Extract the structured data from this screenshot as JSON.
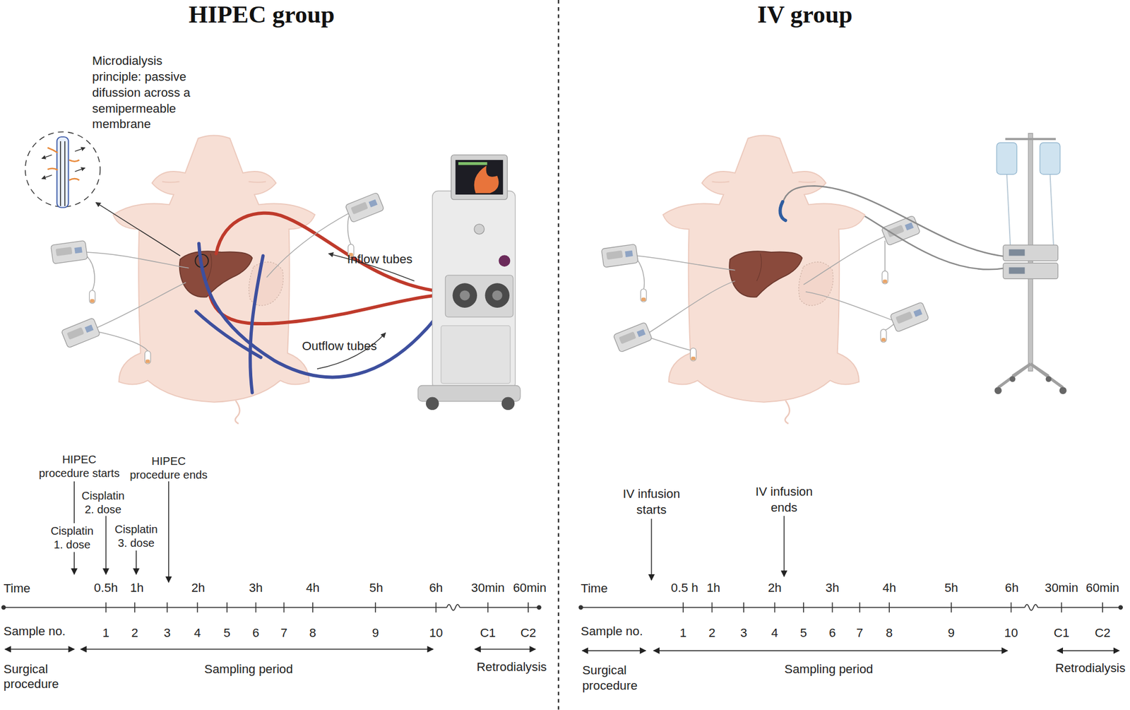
{
  "diagram": {
    "labels": [
      "HIPEC group",
      "IV group",
      "Microdialysis principle: passive difussion across a semipermeable membrane",
      "Inflow tubes",
      "Outflow tubes",
      "HIPEC procedure starts",
      "HIPEC procedure ends",
      "Cisplatin 2. dose",
      "Cisplatin 1. dose",
      "Cisplatin 3. dose",
      "Time",
      "0.5h",
      "1h",
      "2h",
      "3h",
      "4h",
      "5h",
      "6h",
      "30min",
      "60min",
      "Sample no.",
      "1",
      "2",
      "3",
      "4",
      "5",
      "6",
      "7",
      "8",
      "9",
      "10",
      "C1",
      "C2",
      "Surgical procedure",
      "Sampling period",
      "Retrodialysis",
      "IV infusion starts",
      "IV infusion ends",
      "Time",
      "0.5 h",
      "1h",
      "2h",
      "3h",
      "4h",
      "5h",
      "6h",
      "30min",
      "60min",
      "Sample no.",
      "1",
      "2",
      "3",
      "4",
      "5",
      "6",
      "7",
      "8",
      "9",
      "10",
      "C1",
      "C2",
      "Surgical procedure",
      "Sampling period",
      "Retrodialysis"
    ]
  }
}
